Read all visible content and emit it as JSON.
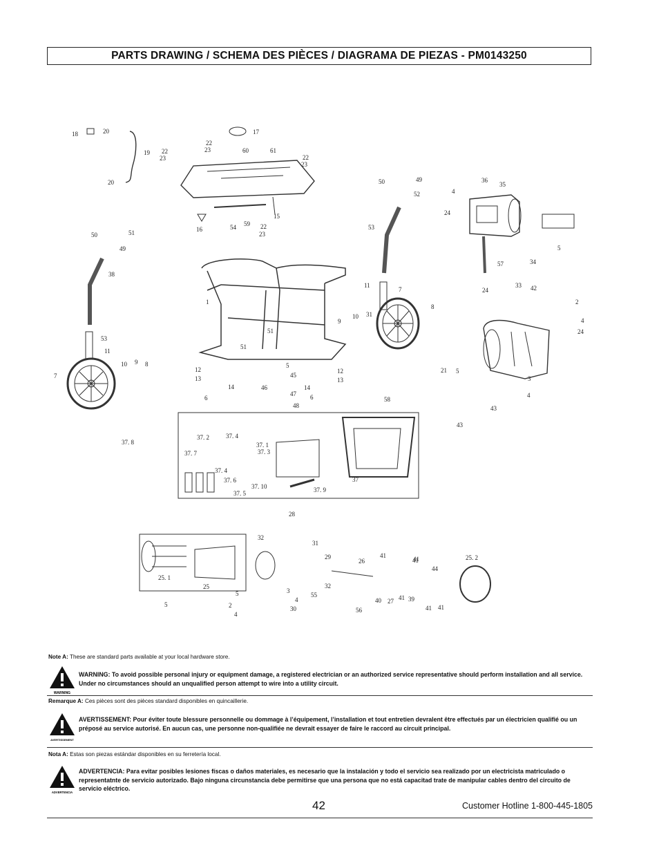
{
  "title": "PARTS DRAWING / SCHEMA DES PIÈCES / DIAGRAMA DE PIEZAS - PM0143250",
  "callouts": [
    "18",
    "20",
    "19",
    "22",
    "23",
    "20",
    "17",
    "22",
    "23",
    "60",
    "61",
    "22",
    "23",
    "15",
    "16",
    "54",
    "59",
    "22",
    "23",
    "50",
    "51",
    "49",
    "38",
    "1",
    "51",
    "53",
    "11",
    "10",
    "9",
    "8",
    "7",
    "12",
    "13",
    "14",
    "6",
    "45",
    "46",
    "47",
    "48",
    "5",
    "12",
    "13",
    "14",
    "6",
    "51",
    "50",
    "49",
    "52",
    "53",
    "11",
    "7",
    "8",
    "9",
    "10",
    "31",
    "4",
    "36",
    "35",
    "24",
    "57",
    "34",
    "24",
    "33",
    "42",
    "5",
    "2",
    "4",
    "24",
    "21",
    "5",
    "3",
    "4",
    "43",
    "43",
    "58",
    "37. 8",
    "37. 2",
    "37. 4",
    "37. 1",
    "37. 7",
    "37. 3",
    "37. 4",
    "37. 6",
    "37. 5",
    "37. 10",
    "37. 9",
    "37",
    "28",
    "32",
    "31",
    "29",
    "26",
    "41",
    "41",
    "41",
    "44",
    "25. 2",
    "25. 1",
    "25",
    "5",
    "5",
    "3",
    "2",
    "4",
    "4",
    "30",
    "32",
    "55",
    "56",
    "40",
    "27",
    "41",
    "39",
    "41",
    "41"
  ],
  "notes": {
    "note_a_label": "Note A:",
    "note_a_text": "These are standard parts available at your local hardware store.",
    "warning_icon_label": "WARNING",
    "warning_text": "WARNING:  To avoid possible personal injury or equipment damage, a registered electrician or an authorized service representative should perform installation and all service. Under no circumstances should an unqualified person attempt to wire into a utility circuit.",
    "remarque_label": "Remarque A:",
    "remarque_text": "Ces pièces sont des pièces standard disponibles en quincaillerie.",
    "avert_icon_label": "AVERTISSEMENT",
    "avert_text": "AVERTISSEMENT:  Pour éviter toute blessure personnelle ou dommage à l’équipement, l’installation et tout entretien devralent être effectués par un électricien qualifié ou un préposé au service autorisé. En aucun cas, une personne non-qualifiée ne devrait essayer de faire le raccord au circuit principal.",
    "nota_label": "Nota A:",
    "nota_text": "Estas son piezas estándar disponibles en su ferretería local.",
    "advert_icon_label": "ADVERTENCIA",
    "advert_text": "ADVERTENCIA:  Para evitar posibles lesiones físcas o daños materiales, es necesario que la instalación y todo el servicio sea realizado por un electricista matriculado o representatnte de servicio autorizado. Bajo ninguna circunstancia debe permitirse que una persona que no está capacitad trate de manipular cables dentro del circuito de servicio eléctrico."
  },
  "footer": {
    "page_number": "42",
    "hotline": "Customer Hotline 1-800-445-1805"
  }
}
